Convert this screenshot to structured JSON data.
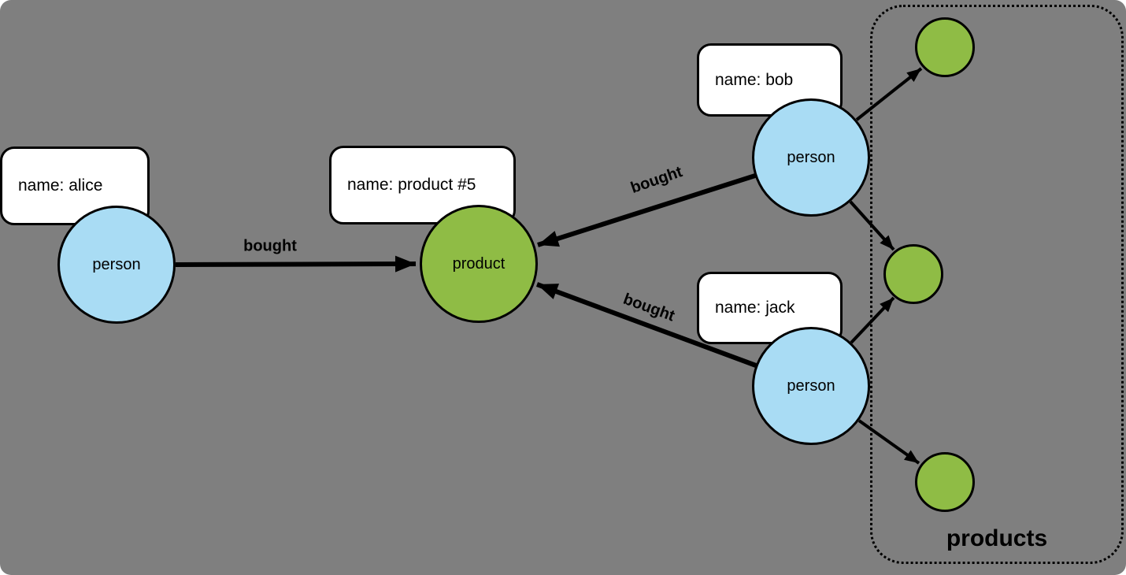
{
  "diagram": {
    "background_color": "#7f7f7f",
    "person_node_color": "#a9dcf4",
    "product_node_color": "#8fbc45",
    "outline_color": "#000000",
    "label_box_color": "#ffffff",
    "nodes": {
      "alice": {
        "type": "person",
        "property": "name: alice"
      },
      "product5": {
        "type": "product",
        "property": "name: product #5"
      },
      "bob": {
        "type": "person",
        "property": "name: bob"
      },
      "jack": {
        "type": "person",
        "property": "name: jack"
      }
    },
    "edges": {
      "alice_bought": "bought",
      "bob_bought": "bought",
      "jack_bought": "bought"
    },
    "group": {
      "label": "products"
    }
  }
}
